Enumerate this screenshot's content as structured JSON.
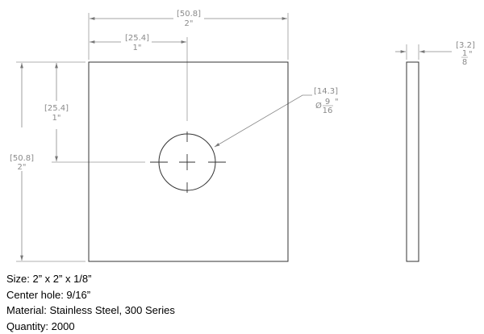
{
  "drawing": {
    "overall_width": {
      "mm": "[50.8]",
      "inch": "2\""
    },
    "hole_offset_x": {
      "mm": "[25.4]",
      "inch": "1\""
    },
    "overall_height": {
      "mm": "[50.8]",
      "inch": "2\""
    },
    "hole_offset_y": {
      "mm": "[25.4]",
      "inch": "1\""
    },
    "hole_diameter": {
      "mm": "[14.3]",
      "symbol": "Ø",
      "num": "9",
      "den": "16",
      "unit": "\""
    },
    "thickness": {
      "mm": "[3.2]",
      "num": "1",
      "den": "8",
      "unit": "\""
    }
  },
  "notes": [
    "Size: 2” x 2” x 1/8”",
    "Center hole: 9/16”",
    "Material: Stainless Steel, 300 Series",
    "Quantity: 2000"
  ]
}
